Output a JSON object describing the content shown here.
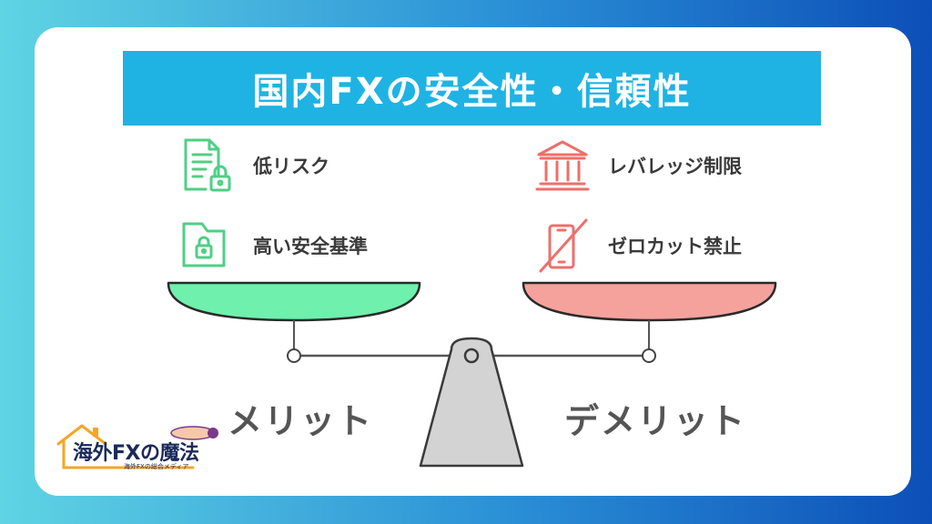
{
  "title": "国内FXの安全性・信頼性",
  "merits": {
    "heading": "メリット",
    "items": [
      {
        "label": "低リスク",
        "icon": "document-lock-icon"
      },
      {
        "label": "高い安全基準",
        "icon": "folder-lock-icon"
      }
    ],
    "color": "#5fe3a1"
  },
  "demerits": {
    "heading": "デメリット",
    "items": [
      {
        "label": "レバレッジ制限",
        "icon": "bank-icon"
      },
      {
        "label": "ゼロカット禁止",
        "icon": "phone-banned-icon"
      }
    ],
    "color": "#f59a96"
  },
  "logo": {
    "main": "海外FXの魔法",
    "sub": "海外FXの総合メディア"
  }
}
